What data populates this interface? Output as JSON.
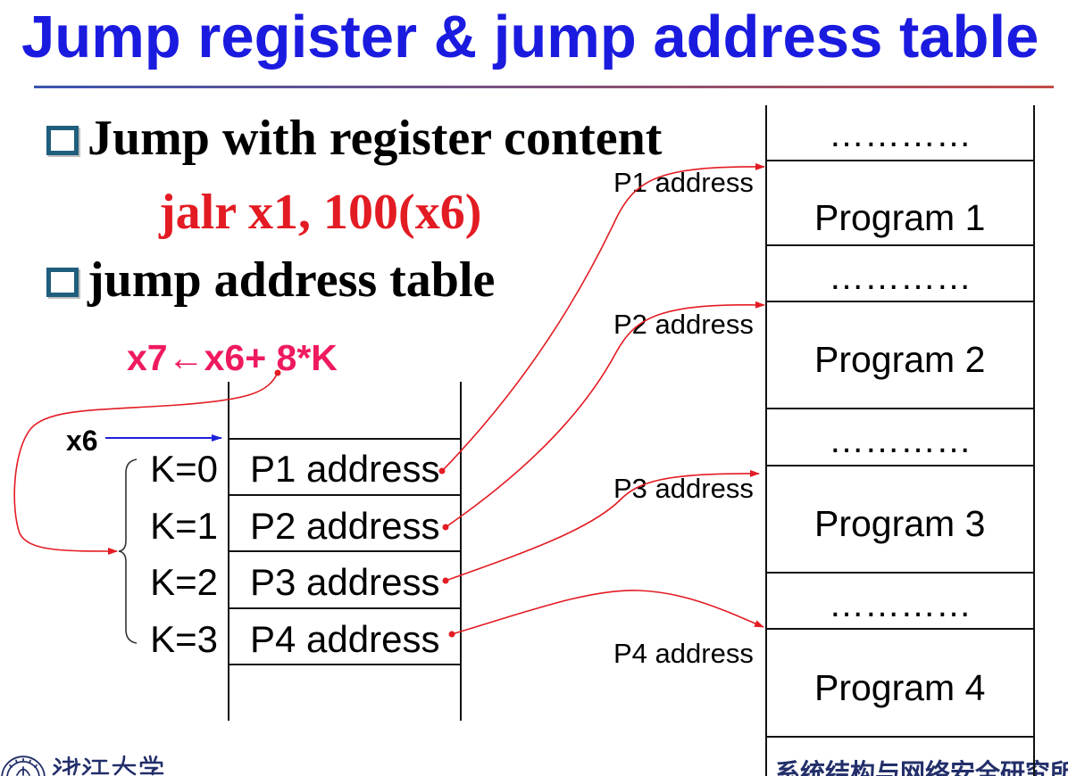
{
  "title": "Jump register & jump address table",
  "bullets": [
    {
      "text": "Jump with register content",
      "code": "jalr x1, 100(x6)"
    },
    {
      "text": "jump address table",
      "formula": "x7←x6+ 8*K"
    }
  ],
  "jump_table": {
    "base_register": "x6",
    "rows": [
      {
        "index": "K=0",
        "entry": "P1 address"
      },
      {
        "index": "K=1",
        "entry": "P2 address"
      },
      {
        "index": "K=2",
        "entry": "P3 address"
      },
      {
        "index": "K=3",
        "entry": "P4 address"
      }
    ]
  },
  "memory": {
    "segments": [
      "…………",
      "Program 1",
      "…………",
      "Program 2",
      "…………",
      "Program 3",
      "…………",
      "Program 4"
    ],
    "pointer_labels": [
      "P1 address",
      "P2 address",
      "P3 address",
      "P4 address"
    ]
  },
  "footer": {
    "logo_lettering": "浙江大学",
    "institute": "系统结构与网络安全研究所"
  },
  "icons": {
    "bullet": "hollow-square-bullet-icon",
    "logo": "university-seal-icon"
  },
  "colors": {
    "title": "#1b1be0",
    "bullet": "#1f5e7c",
    "code": "#e31b23",
    "formula": "#ef1a5e",
    "pointer_red": "#e31b23",
    "pointer_blue": "#1e22d8",
    "rule_start": "#3a55b0",
    "rule_end": "#c24b48",
    "footer": "#232f6a"
  }
}
